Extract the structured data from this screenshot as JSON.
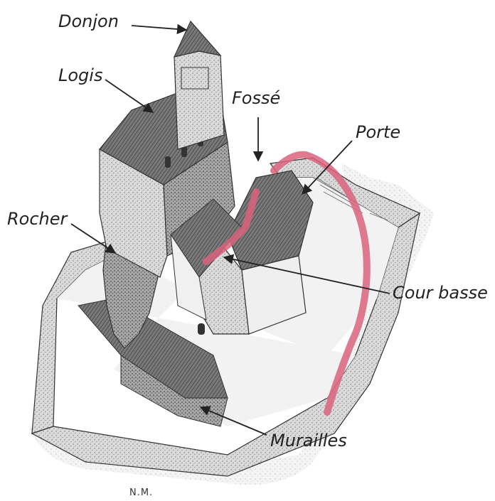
{
  "labels": {
    "donjon": "Donjon",
    "logis": "Logis",
    "fosse": "Fossé",
    "porte": "Porte",
    "rocher": "Rocher",
    "cour_basse": "Cour basse",
    "murailles": "Murailles"
  },
  "signature": "N.M.",
  "colors": {
    "ink": "#222222",
    "stone_dark": "#6e6e6e",
    "stone_mid": "#9a9a9a",
    "stone_light": "#d6d6d6",
    "roof": "#5e5e5e",
    "route": "#d9637c"
  }
}
